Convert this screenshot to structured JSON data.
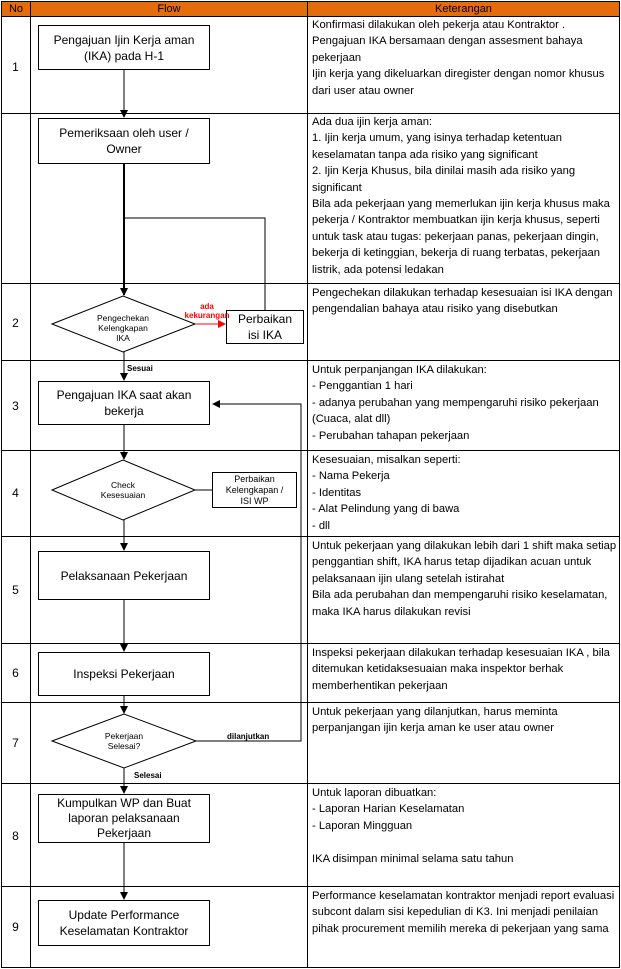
{
  "headers": {
    "no": "No",
    "flow": "Flow",
    "keterangan": "Keterangan"
  },
  "colors": {
    "header": "#e46c0a",
    "alert": "#ff0000"
  },
  "rows": [
    {
      "no": "1",
      "flow": "Pengajuan Ijin Kerja aman\n(IKA) pada H-1",
      "ket": "Konfirmasi dilakukan oleh pekerja atau Kontraktor .\nPengajuan IKA bersamaan dengan assesment bahaya pekerjaan\nIjin kerja yang dikeluarkan diregister dengan nomor khusus dari user atau owner"
    },
    {
      "no": "",
      "flow": "Pemeriksaan oleh user /\nOwner",
      "ket": "Ada dua ijin kerja aman:\n1. Ijin kerja umum, yang isinya terhadap ketentuan keselamatan tanpa ada risiko yang significant\n2. Ijin Kerja Khusus, bila dinilai masih ada risiko yang significant\nBila ada pekerjaan yang memerlukan ijin kerja khusus maka pekerja / Kontraktor  membuatkan ijin kerja khusus, seperti untuk task atau tugas: pekerjaan panas, pekerjaan dingin, bekerja di ketinggian, bekerja di ruang terbatas, pekerjaan listrik, ada potensi ledakan"
    },
    {
      "no": "2",
      "flow": "Pengechekan\nKelengkapan\nIKA",
      "side": "Perbaikan\nisi IKA",
      "ket": "Pengechekan dilakukan terhadap kesesuaian isi IKA dengan pengendalian bahaya atau risiko yang disebutkan"
    },
    {
      "no": "3",
      "flow": "Pengajuan IKA saat akan\nbekerja",
      "ket": "Untuk perpanjangan IKA  dilakukan:\n- Penggantian 1 hari\n- adanya perubahan yang mempengaruhi risiko pekerjaan (Cuaca, alat dll)\n- Perubahan tahapan pekerjaan"
    },
    {
      "no": "4",
      "flow": "Check\nKesesuaian",
      "side": "Perbaikan\nKelengkapan /\nISI WP",
      "ket": "Kesesuaian, misalkan seperti:\n- Nama Pekerja\n- Identitas\n- Alat Pelindung yang di bawa\n- dll"
    },
    {
      "no": "5",
      "flow": "Pelaksanaan Pekerjaan",
      "ket": "Untuk pekerjaan yang dilakukan lebih dari 1 shift maka setiap penggantian shift, IKA  harus tetap dijadikan acuan untuk pelaksanaan ijin ulang setelah istirahat\nBila ada perubahan dan mempengaruhi risiko keselamatan, maka IKA  harus dilakukan revisi"
    },
    {
      "no": "6",
      "flow": "Inspeksi Pekerjaan",
      "ket": "Inspeksi pekerjaan dilakukan terhadap kesesuaian IKA , bila ditemukan ketidaksesuaian maka inspektor berhak memberhentikan pekerjaan"
    },
    {
      "no": "7",
      "flow": "Pekerjaan\nSelesai?",
      "ket": "Untuk pekerjaan yang dilanjutkan, harus meminta perpanjangan ijin kerja aman ke user atau owner"
    },
    {
      "no": "8",
      "flow": "Kumpulkan WP dan Buat\nlaporan pelaksanaan\nPekerjaan",
      "ket": "Untuk laporan dibuatkan:\n- Laporan Harian Keselamatan\n- Laporan Mingguan\n\nIKA  disimpan minimal selama satu tahun"
    },
    {
      "no": "9",
      "flow": "Update Performance\nKeselamatan Kontraktor",
      "ket": "Performance keselamatan kontraktor menjadi report evaluasi subcont dalam sisi kepedulian di K3. Ini menjadi penilaian pihak procurement memilih mereka di pekerjaan yang sama"
    }
  ],
  "labels": {
    "ada_kekurangan": "ada\nkekurangan",
    "sesuai": "Sesuai",
    "dilanjutkan": "dilanjutkan",
    "selesai": "Selesai"
  }
}
